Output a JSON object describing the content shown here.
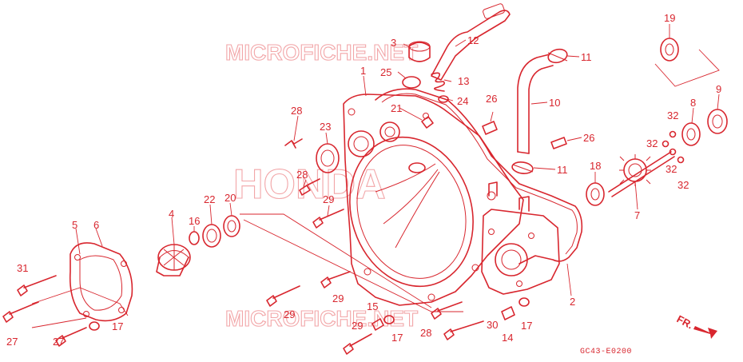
{
  "watermarks": {
    "top": "MICROFICHE.NET",
    "center": "HONDA",
    "bottom": "MICROFICHE.NET"
  },
  "callouts": [
    "1",
    "2",
    "3",
    "4",
    "5",
    "6",
    "7",
    "8",
    "9",
    "10",
    "11",
    "11",
    "12",
    "13",
    "14",
    "15",
    "16",
    "17",
    "17",
    "17",
    "18",
    "19",
    "20",
    "21",
    "22",
    "23",
    "24",
    "25",
    "26",
    "26",
    "27",
    "28",
    "28",
    "28",
    "29",
    "29",
    "29",
    "29",
    "30",
    "31",
    "32",
    "32",
    "32",
    "32"
  ],
  "direction_label": "FR.",
  "diagram_code": "GC43-E0200",
  "colors": {
    "ink": "#d8262e",
    "watermark": "#f2a6a8"
  }
}
